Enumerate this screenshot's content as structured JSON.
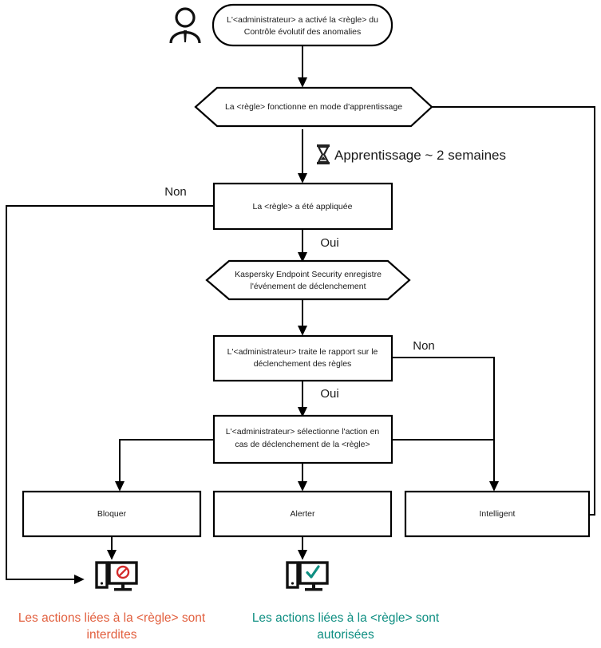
{
  "diagram": {
    "title": "Adaptive Anomaly Control rule workflow",
    "actor": {
      "icon": "person-icon",
      "label": ""
    },
    "nodes": [
      {
        "id": "start",
        "type": "rounded",
        "text_lines": [
          "L'<administrateur> a activé la <règle> du",
          "Contrôle évolutif des anomalies"
        ]
      },
      {
        "id": "learning-mode",
        "type": "hexagon",
        "text_lines": [
          "La <règle> fonctionne en mode d'apprentissage"
        ]
      },
      {
        "id": "rule-applied",
        "type": "rect",
        "text_lines": [
          "La <règle> a été appliquée"
        ]
      },
      {
        "id": "kes-records-event",
        "type": "hexagon",
        "text_lines": [
          "Kaspersky Endpoint Security enregistre",
          "l'événement de déclenchement"
        ]
      },
      {
        "id": "admin-processes-report",
        "type": "rect",
        "text_lines": [
          "L'<administrateur> traite le rapport sur le",
          "déclenchement des règles"
        ]
      },
      {
        "id": "admin-selects-action",
        "type": "rect",
        "text_lines": [
          "L'<administrateur> sélectionne l'action en",
          "cas de déclenchement de la <règle>"
        ]
      },
      {
        "id": "block",
        "type": "rect",
        "text_lines": [
          "Bloquer"
        ]
      },
      {
        "id": "alert",
        "type": "rect",
        "text_lines": [
          "Alerter"
        ]
      },
      {
        "id": "smart",
        "type": "rect",
        "text_lines": [
          "Intelligent"
        ]
      }
    ],
    "edge_labels": [
      {
        "id": "learning-duration",
        "text": "Apprentissage ~ 2 semaines",
        "icon": "hourglass-icon"
      },
      {
        "id": "rule-applied-no",
        "text": "Non"
      },
      {
        "id": "rule-applied-yes",
        "text": "Oui"
      },
      {
        "id": "report-no",
        "text": "Non"
      },
      {
        "id": "report-yes",
        "text": "Oui"
      }
    ],
    "outcomes": [
      {
        "id": "blocked-outcome",
        "icon": "monitor-blocked-icon",
        "badge": "prohibition-sign",
        "badge_color": "#d32b2b",
        "caption_lines": [
          "Les actions liées à la <règle> sont",
          "interdites"
        ],
        "caption_color": "#e2603f"
      },
      {
        "id": "allowed-outcome",
        "icon": "monitor-allowed-icon",
        "badge": "check-mark",
        "badge_color": "#0f8f82",
        "caption_lines": [
          "Les actions liées à la <règle> sont",
          "autorisées"
        ],
        "caption_color": "#0f8f82"
      }
    ],
    "colors": {
      "stroke": "#000000",
      "text": "#1a1a1a",
      "deny": "#e2603f",
      "allow": "#0f8f82",
      "badge_deny": "#d32b2b",
      "background": "#ffffff"
    }
  }
}
